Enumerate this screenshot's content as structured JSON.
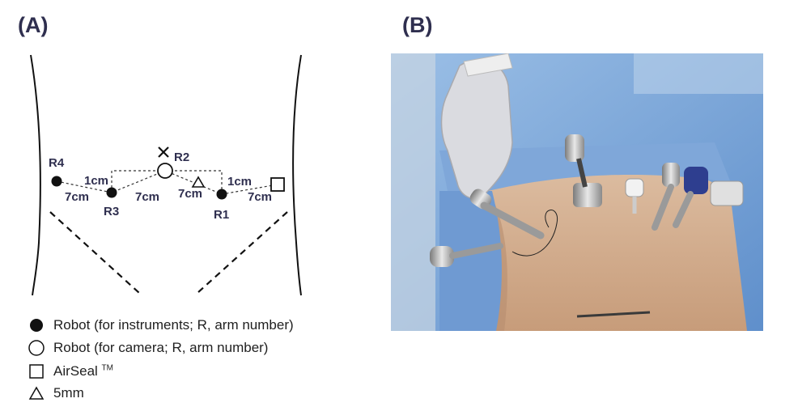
{
  "panels": {
    "a_label": "(A)",
    "b_label": "(B)"
  },
  "diagram": {
    "ports": {
      "r1": "R1",
      "r2": "R2",
      "r3": "R3",
      "r4": "R4"
    },
    "distances": {
      "left_offset": "1cm",
      "right_offset": "1cm",
      "r4_r3": "7cm",
      "r3_r2": "7cm",
      "r2_r1": "7cm",
      "r1_airseal": "7cm"
    }
  },
  "legend": [
    {
      "symbol": "filled-circle",
      "label": "Robot (for instruments; R, arm number)"
    },
    {
      "symbol": "open-circle",
      "label": "Robot (for camera; R, arm number)"
    },
    {
      "symbol": "open-square",
      "label": "AirSeal",
      "superscript": "TM"
    },
    {
      "symbol": "open-triangle",
      "label": "5mm"
    }
  ],
  "colors": {
    "label_text": "#2f2f4f",
    "drape_blue": "#6e9cd6",
    "skin": "#d8b394"
  }
}
